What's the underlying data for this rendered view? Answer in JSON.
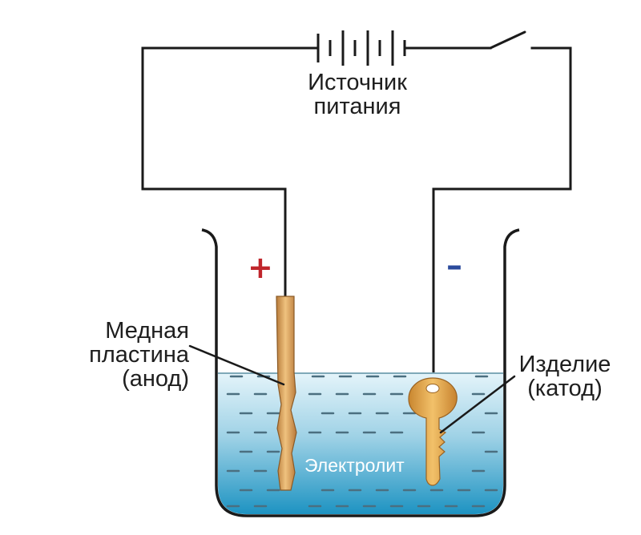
{
  "labels": {
    "power_source_line1": "Источник",
    "power_source_line2": "питания",
    "anode_line1": "Медная",
    "anode_line2": "пластина",
    "anode_line3": "(анод)",
    "cathode_line1": "Изделие",
    "cathode_line2": "(катод)",
    "electrolyte": "Электролит",
    "plus": "+",
    "minus": "–"
  },
  "colors": {
    "wire": "#1a1a1a",
    "plus_sign": "#c0262c",
    "minus_sign": "#2b4a9c",
    "copper": "#d9a15a",
    "key": "#e0a04c",
    "liquid_top": "#dff1f8",
    "liquid_bottom": "#1f98c6"
  }
}
